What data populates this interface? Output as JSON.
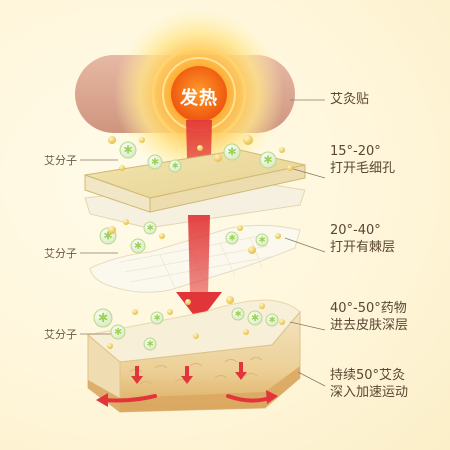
{
  "patch": {
    "center_text": "发热",
    "label": "艾灸贴"
  },
  "molecule_labels": [
    "艾分子",
    "艾分子",
    "艾分子"
  ],
  "stages": [
    {
      "line1": "15°-20°",
      "line2": "打开毛细孔"
    },
    {
      "line1": "20°-40°",
      "line2": "打开有棘层"
    },
    {
      "line1": "40°-50°药物",
      "line2": "进去皮肤深层"
    },
    {
      "line1": "持续50°艾灸",
      "line2": "深入加速运动"
    }
  ],
  "colors": {
    "patch": "#d9a792",
    "heat_core": "#f07a1e",
    "arrow": "#e2353a",
    "molecule": "#9ed25a",
    "bubble": "#f3d779",
    "skin_top": "#f6edd0",
    "skin_bottom": "#e2b468"
  }
}
